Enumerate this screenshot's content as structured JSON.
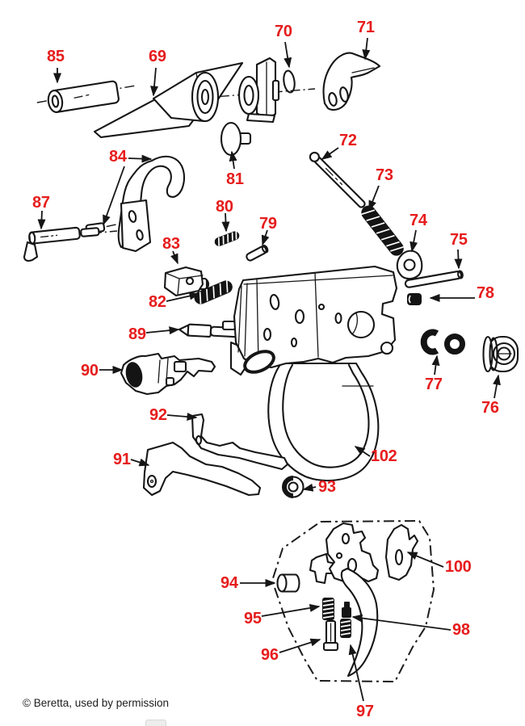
{
  "colors": {
    "callout": "#e61c1c",
    "line": "#161616"
  },
  "diagram": {
    "kind": "exploded-parts-diagram",
    "callouts": [
      {
        "text": "85"
      },
      {
        "text": "69"
      },
      {
        "text": "70"
      },
      {
        "text": "71"
      },
      {
        "text": "72"
      },
      {
        "text": "73"
      },
      {
        "text": "74"
      },
      {
        "text": "75"
      },
      {
        "text": "78"
      },
      {
        "text": "77"
      },
      {
        "text": "76"
      },
      {
        "text": "84"
      },
      {
        "text": "87"
      },
      {
        "text": "81"
      },
      {
        "text": "80"
      },
      {
        "text": "79"
      },
      {
        "text": "83"
      },
      {
        "text": "82"
      },
      {
        "text": "89"
      },
      {
        "text": "90"
      },
      {
        "text": "92"
      },
      {
        "text": "91"
      },
      {
        "text": "93"
      },
      {
        "text": "102"
      },
      {
        "text": "94"
      },
      {
        "text": "95"
      },
      {
        "text": "96"
      },
      {
        "text": "97"
      },
      {
        "text": "98"
      },
      {
        "text": "100"
      }
    ]
  },
  "footer": {
    "copyright": "© Beretta, used by permission"
  }
}
